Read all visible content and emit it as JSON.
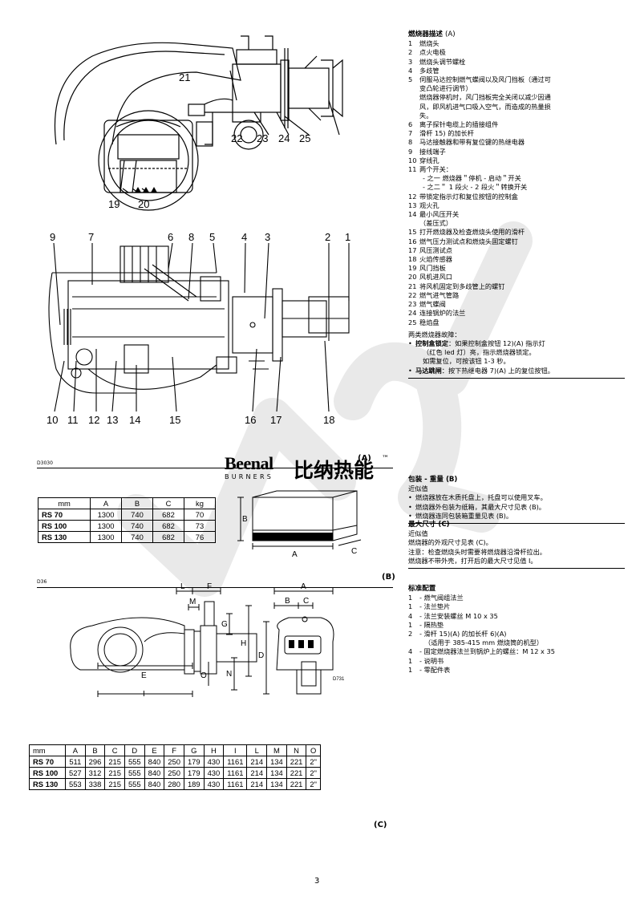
{
  "brand": {
    "latin": "Beenal",
    "sub": "BURNERS",
    "chinese": "比纳热能",
    "tm": "™"
  },
  "fig_codes": {
    "d3030": "D3030",
    "d36": "D36",
    "d731": "D731"
  },
  "fig_letters": {
    "a": "(A)",
    "b": "(B)",
    "c1": "(C)",
    "c2": "(C)"
  },
  "page_number": "3",
  "diagram_top": {
    "labels": [
      "21",
      "22",
      "23",
      "24",
      "25",
      "19",
      "20"
    ]
  },
  "diagram_mid": {
    "top_labels": [
      "9",
      "7",
      "6",
      "8",
      "5",
      "4",
      "3",
      "2",
      "1"
    ],
    "bottom_labels": [
      "10",
      "11",
      "12",
      "13",
      "14",
      "15",
      "16",
      "17",
      "18"
    ]
  },
  "pack_dims": {
    "a": "A",
    "b": "B",
    "c": "C"
  },
  "max_dims": {
    "l": "L",
    "f": "F",
    "m": "M",
    "g": "G",
    "h": "H",
    "n": "N",
    "o": "O",
    "d": "D",
    "e": "E",
    "i": "I",
    "a": "A",
    "b": "B",
    "c": "C"
  },
  "table_b": {
    "headers": [
      "mm",
      "A",
      "B",
      "C",
      "kg"
    ],
    "rows": [
      [
        "RS 70",
        "1300",
        "740",
        "682",
        "70"
      ],
      [
        "RS 100",
        "1300",
        "740",
        "682",
        "73"
      ],
      [
        "RS 130",
        "1300",
        "740",
        "682",
        "76"
      ]
    ]
  },
  "table_c": {
    "headers": [
      "mm",
      "A",
      "B",
      "C",
      "D",
      "E",
      "F",
      "G",
      "H",
      "I",
      "L",
      "M",
      "N",
      "O"
    ],
    "rows": [
      [
        "RS 70",
        "511",
        "296",
        "215",
        "555",
        "840",
        "250",
        "179",
        "430",
        "1161",
        "214",
        "134",
        "221",
        "2\""
      ],
      [
        "RS 100",
        "527",
        "312",
        "215",
        "555",
        "840",
        "250",
        "179",
        "430",
        "1161",
        "214",
        "134",
        "221",
        "2\""
      ],
      [
        "RS 130",
        "553",
        "338",
        "215",
        "555",
        "840",
        "280",
        "189",
        "430",
        "1161",
        "214",
        "134",
        "221",
        "2\""
      ]
    ]
  },
  "desc": {
    "title": "燃烧器描述",
    "title_suffix": "(A)",
    "items": [
      {
        "n": "1",
        "t": "燃烧头"
      },
      {
        "n": "2",
        "t": "点火电极"
      },
      {
        "n": "3",
        "t": "燃烧头调节螺栓"
      },
      {
        "n": "4",
        "t": "多歧管"
      },
      {
        "n": "5",
        "t": "伺服马达控制燃气蝶阀以及风门挡板（通过可"
      },
      {
        "n": "",
        "t": "变凸轮进行调节）"
      },
      {
        "n": "",
        "t": "燃烧器停机时，风门挡板完全关闭以减少因通"
      },
      {
        "n": "",
        "t": "风，即风机进气口吸入空气，而造成的热量损"
      },
      {
        "n": "",
        "t": "失。"
      },
      {
        "n": "6",
        "t": "离子探针电缆上的插接组件"
      },
      {
        "n": "7",
        "t": "滑杆 15) 的加长杆"
      },
      {
        "n": "8",
        "t": "马达接触器和带有复位键的热继电器"
      },
      {
        "n": "9",
        "t": "接线端子"
      },
      {
        "n": "10",
        "t": "穿线孔"
      },
      {
        "n": "11",
        "t": "两个开关："
      },
      {
        "n": "",
        "t": "- 之一 燃烧器＂停机 - 启动＂开关"
      },
      {
        "n": "",
        "t": "- 之二＂ 1 段火 - 2 段火＂转换开关"
      },
      {
        "n": "12",
        "t": "带锁定指示灯和复位按钮的控制盒"
      },
      {
        "n": "13",
        "t": "观火孔"
      },
      {
        "n": "14",
        "t": "最小风压开关"
      },
      {
        "n": "",
        "t": "（差压式）"
      },
      {
        "n": "15",
        "t": "打开燃烧器及检查燃烧头使用的滑杆"
      },
      {
        "n": "16",
        "t": "燃气压力测试点和燃烧头固定螺钉"
      },
      {
        "n": "17",
        "t": "风压测试点"
      },
      {
        "n": "18",
        "t": "火焰传感器"
      },
      {
        "n": "19",
        "t": "风门挡板"
      },
      {
        "n": "20",
        "t": "风机进风口"
      },
      {
        "n": "21",
        "t": "将风机固定到多歧管上的螺钉"
      },
      {
        "n": "22",
        "t": "燃气进气管路"
      },
      {
        "n": "23",
        "t": "燃气蝶阀"
      },
      {
        "n": "24",
        "t": "连接锅炉的法兰"
      },
      {
        "n": "25",
        "t": "稳焰盘"
      }
    ],
    "faults_title": "两类燃烧器故障：",
    "fault1_b": "控制盒锁定",
    "fault1_t": "：如果控制盒按钮 12)(A) 指示灯",
    "fault1_t2": "（红色 led 灯）亮，指示燃烧器锁定。",
    "fault1_t3": "如需复位，可按该钮 1-3 秒。",
    "fault2_b": "马达跳闸",
    "fault2_t": "：按下热继电器 7)(A) 上的复位按钮。"
  },
  "packing": {
    "title": "包装 - 重量",
    "suffix": "(B)",
    "sub": "近似值",
    "bullets": [
      "燃烧器放在木质托盘上，托盘可以使用叉车。",
      "燃烧器外包装为纸箱，其最大尺寸见表 (B)。",
      "燃烧器连同包装箱重量见表 (B)。"
    ]
  },
  "maxdim": {
    "title": "最大尺寸",
    "suffix": "(C)",
    "lines": [
      "近似值",
      "燃烧器的外观尺寸见表 (C)。",
      "注意：检查燃烧头时需要将燃烧器沿滑杆拉出。",
      "燃烧器不带外壳，打开后的最大尺寸见值 I。"
    ]
  },
  "std": {
    "title": "标准配置",
    "items": [
      {
        "n": "1",
        "t": "- 燃气阀组法兰"
      },
      {
        "n": "1",
        "t": "- 法兰垫片"
      },
      {
        "n": "4",
        "t": "- 法兰安装螺丝 M 10 x 35"
      },
      {
        "n": "1",
        "t": "- 隔热垫"
      },
      {
        "n": "2",
        "t": "- 滑杆 15)(A) 的加长杆 6)(A)"
      },
      {
        "n": "",
        "t": "（适用于 385-415 mm 燃烧筒的机型）"
      },
      {
        "n": "4",
        "t": "- 固定燃烧器法兰到锅炉上的螺丝：M 12 x 35"
      },
      {
        "n": "1",
        "t": "- 说明书"
      },
      {
        "n": "1",
        "t": "- 零配件表"
      }
    ]
  }
}
